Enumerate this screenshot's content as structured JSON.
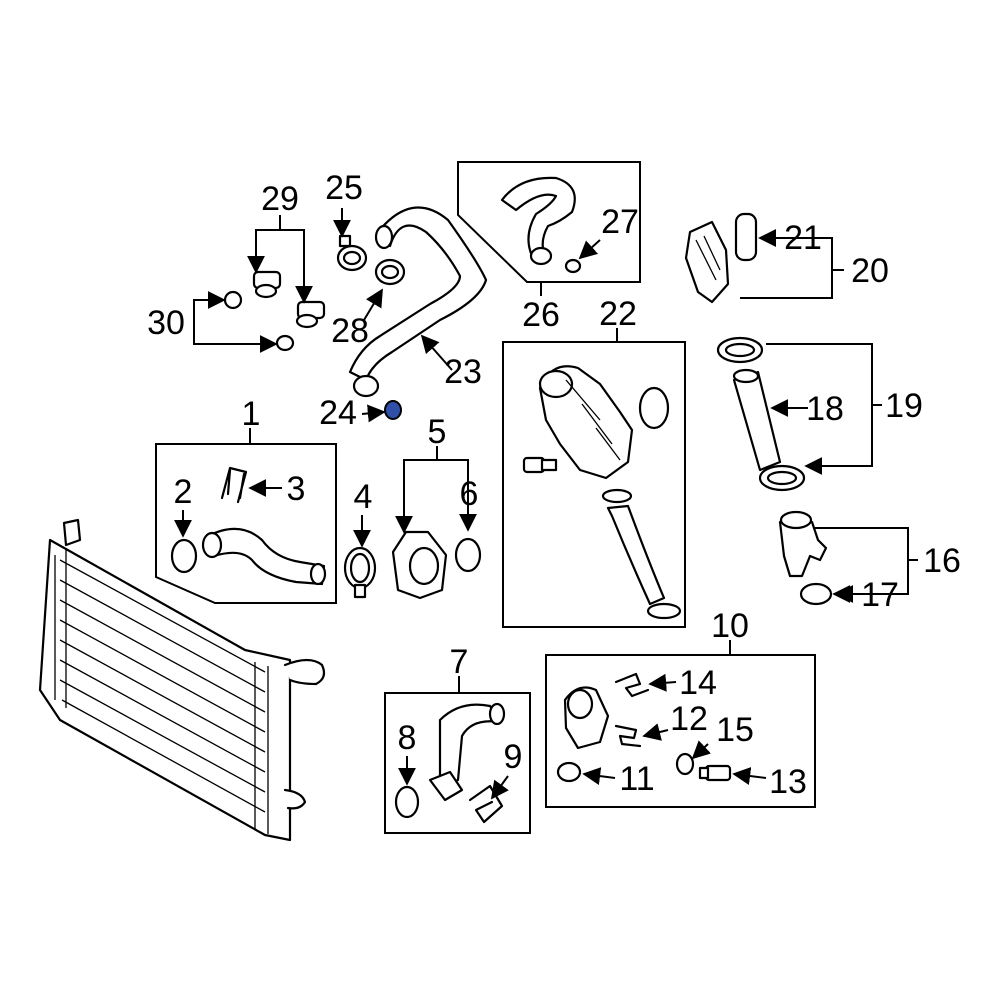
{
  "diagram": {
    "labels": [
      "1",
      "2",
      "3",
      "4",
      "5",
      "6",
      "7",
      "8",
      "9",
      "10",
      "11",
      "12",
      "13",
      "14",
      "15",
      "16",
      "17",
      "18",
      "19",
      "20",
      "21",
      "22",
      "23",
      "24",
      "25",
      "26",
      "27",
      "28",
      "29",
      "30"
    ],
    "highlight_color": "#2f4fa8",
    "highlighted_part": "24"
  }
}
